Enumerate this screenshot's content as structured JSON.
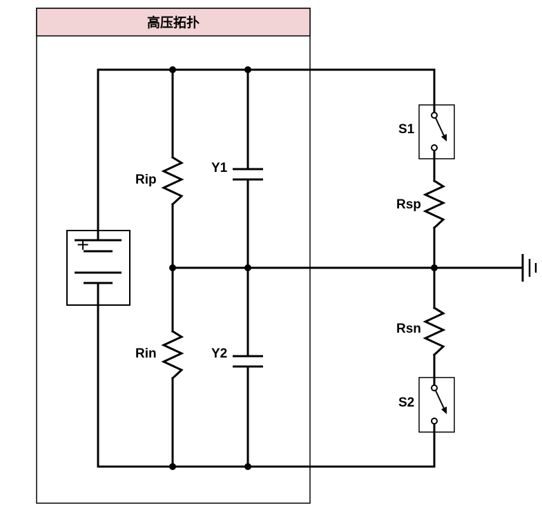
{
  "diagram": {
    "group_title": "高压拓扑",
    "colors": {
      "group_header": "#f2d4d6",
      "line": "#000000",
      "background": "#ffffff"
    },
    "labels": {
      "rip": "Rip",
      "rin": "Rin",
      "y1": "Y1",
      "y2": "Y2",
      "s1": "S1",
      "s2": "S2",
      "rsp": "Rsp",
      "rsn": "Rsn",
      "battery_plus": "+"
    },
    "components": [
      {
        "id": "battery",
        "type": "battery"
      },
      {
        "id": "rip",
        "type": "resistor"
      },
      {
        "id": "rin",
        "type": "resistor"
      },
      {
        "id": "y1",
        "type": "capacitor"
      },
      {
        "id": "y2",
        "type": "capacitor"
      },
      {
        "id": "s1",
        "type": "switch"
      },
      {
        "id": "s2",
        "type": "switch"
      },
      {
        "id": "rsp",
        "type": "resistor"
      },
      {
        "id": "rsn",
        "type": "resistor"
      },
      {
        "id": "ground",
        "type": "ground"
      }
    ]
  }
}
